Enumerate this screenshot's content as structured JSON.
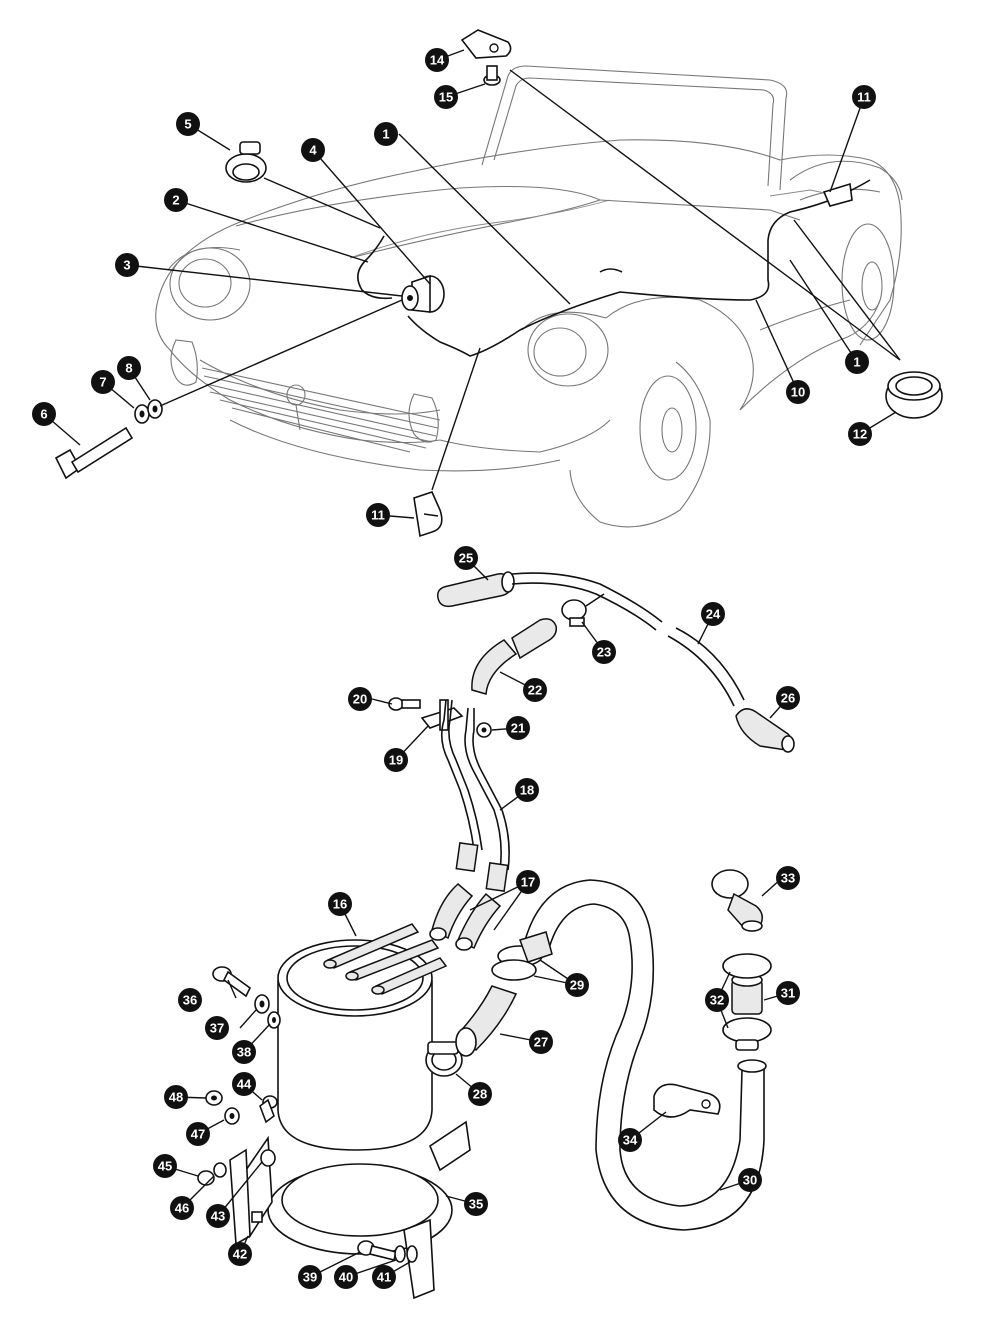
{
  "diagram": {
    "callouts": [
      "1",
      "1",
      "2",
      "3",
      "4",
      "5",
      "6",
      "7",
      "8",
      "10",
      "11",
      "11",
      "12",
      "14",
      "15",
      "16",
      "17",
      "18",
      "19",
      "20",
      "21",
      "22",
      "23",
      "24",
      "25",
      "26",
      "27",
      "28",
      "29",
      "30",
      "31",
      "32",
      "33",
      "34",
      "35",
      "36",
      "37",
      "38",
      "39",
      "40",
      "41",
      "42",
      "43",
      "44",
      "45",
      "46",
      "47",
      "48"
    ],
    "colors": {
      "callout_fill": "#111111",
      "callout_text": "#ffffff",
      "line": "#111111",
      "car_outline": "#777777"
    }
  }
}
